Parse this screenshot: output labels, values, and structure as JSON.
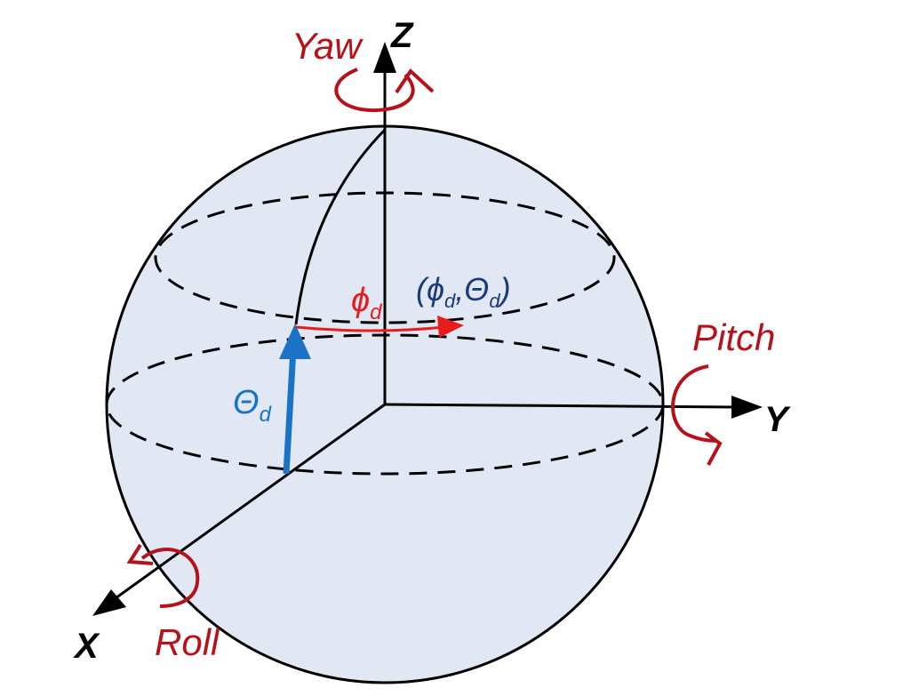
{
  "labels": {
    "axis_x": "X",
    "axis_y": "Y",
    "axis_z": "Z",
    "yaw": "Yaw",
    "pitch": "Pitch",
    "roll": "Roll",
    "phi_symbol": "ϕ",
    "theta_symbol": "Θ",
    "subscript": "d",
    "coord_open": "(",
    "coord_comma": ",",
    "coord_close": ")"
  },
  "colors": {
    "sphere_fill": "#e1e8f4",
    "outline": "#000000",
    "rotation_red": "#b5121b",
    "phi_red": "#e81c1c",
    "theta_blue": "#1a73c4",
    "coord_navy": "#1f3a78"
  }
}
